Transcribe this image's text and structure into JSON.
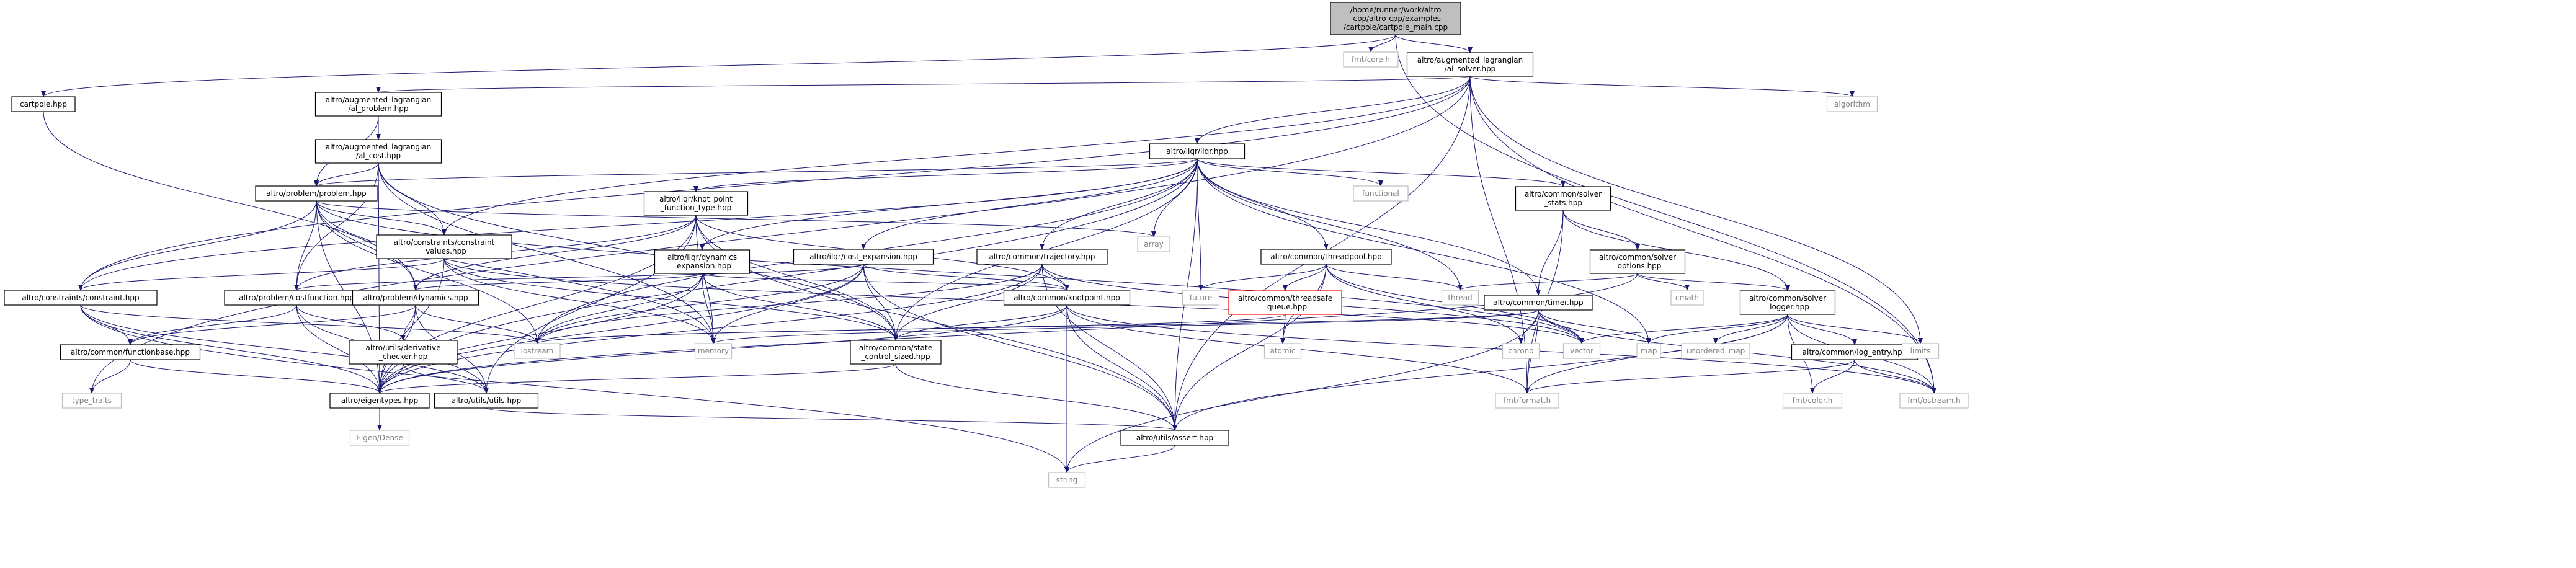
{
  "diagram": {
    "colors": {
      "edge": "#191970",
      "local_fill": "#ffffff",
      "local_border": "#000000",
      "root_fill": "#bfbfbf",
      "external_border": "#bfbfbf",
      "external_text": "#808080",
      "truncated_border": "#ff0000"
    },
    "nodes": [
      {
        "id": "main",
        "kind": "root",
        "lines": [
          "/home/runner/work/altro",
          "-cpp/altro-cpp/examples",
          "/cartpole/cartpole_main.cpp"
        ]
      },
      {
        "id": "fmt_core",
        "kind": "external",
        "lines": [
          "fmt/core.h"
        ]
      },
      {
        "id": "al_solver",
        "kind": "local",
        "lines": [
          "altro/augmented_lagrangian",
          "/al_solver.hpp"
        ]
      },
      {
        "id": "cartpole",
        "kind": "local",
        "lines": [
          "cartpole.hpp"
        ]
      },
      {
        "id": "al_problem",
        "kind": "local",
        "lines": [
          "altro/augmented_lagrangian",
          "/al_problem.hpp"
        ]
      },
      {
        "id": "algorithm",
        "kind": "external",
        "lines": [
          "algorithm"
        ]
      },
      {
        "id": "al_cost",
        "kind": "local",
        "lines": [
          "altro/augmented_lagrangian",
          "/al_cost.hpp"
        ]
      },
      {
        "id": "ilqr",
        "kind": "local",
        "lines": [
          "altro/ilqr/ilqr.hpp"
        ]
      },
      {
        "id": "problem",
        "kind": "local",
        "lines": [
          "altro/problem/problem.hpp"
        ]
      },
      {
        "id": "knot_point_function_type",
        "kind": "local",
        "lines": [
          "altro/ilqr/knot_point",
          "_function_type.hpp"
        ]
      },
      {
        "id": "functional",
        "kind": "external",
        "lines": [
          "functional"
        ]
      },
      {
        "id": "solver_stats",
        "kind": "local",
        "lines": [
          "altro/common/solver",
          "_stats.hpp"
        ]
      },
      {
        "id": "constraint_values",
        "kind": "local",
        "lines": [
          "altro/constraints/constraint",
          "_values.hpp"
        ]
      },
      {
        "id": "dynamics_expansion",
        "kind": "local",
        "lines": [
          "altro/ilqr/dynamics",
          "_expansion.hpp"
        ]
      },
      {
        "id": "cost_expansion",
        "kind": "local",
        "lines": [
          "altro/ilqr/cost_expansion.hpp"
        ]
      },
      {
        "id": "trajectory",
        "kind": "local",
        "lines": [
          "altro/common/trajectory.hpp"
        ]
      },
      {
        "id": "threadpool",
        "kind": "local",
        "lines": [
          "altro/common/threadpool.hpp"
        ]
      },
      {
        "id": "solver_options",
        "kind": "local",
        "lines": [
          "altro/common/solver",
          "_options.hpp"
        ]
      },
      {
        "id": "array",
        "kind": "external",
        "lines": [
          "array"
        ]
      },
      {
        "id": "constraint",
        "kind": "local",
        "lines": [
          "altro/constraints/constraint.hpp"
        ]
      },
      {
        "id": "costfunction",
        "kind": "local",
        "lines": [
          "altro/problem/costfunction.hpp"
        ]
      },
      {
        "id": "dynamics",
        "kind": "local",
        "lines": [
          "altro/problem/dynamics.hpp"
        ]
      },
      {
        "id": "knotpoint",
        "kind": "local",
        "lines": [
          "altro/common/knotpoint.hpp"
        ]
      },
      {
        "id": "threadsafe_queue",
        "kind": "truncated",
        "lines": [
          "altro/common/threadsafe",
          "_queue.hpp"
        ]
      },
      {
        "id": "future",
        "kind": "external",
        "lines": [
          "future"
        ]
      },
      {
        "id": "timer",
        "kind": "local",
        "lines": [
          "altro/common/timer.hpp"
        ]
      },
      {
        "id": "thread",
        "kind": "external",
        "lines": [
          "thread"
        ]
      },
      {
        "id": "cmath",
        "kind": "external",
        "lines": [
          "cmath"
        ]
      },
      {
        "id": "solver_logger",
        "kind": "local",
        "lines": [
          "altro/common/solver",
          "_logger.hpp"
        ]
      },
      {
        "id": "functionbase",
        "kind": "local",
        "lines": [
          "altro/common/functionbase.hpp"
        ]
      },
      {
        "id": "derivative_checker",
        "kind": "local",
        "lines": [
          "altro/utils/derivative",
          "_checker.hpp"
        ]
      },
      {
        "id": "memory",
        "kind": "external",
        "lines": [
          "memory"
        ]
      },
      {
        "id": "iostream",
        "kind": "external",
        "lines": [
          "iostream"
        ]
      },
      {
        "id": "state_control_sized",
        "kind": "local",
        "lines": [
          "altro/common/state",
          "_control_sized.hpp"
        ]
      },
      {
        "id": "atomic",
        "kind": "external",
        "lines": [
          "atomic"
        ]
      },
      {
        "id": "vector",
        "kind": "external",
        "lines": [
          "vector"
        ]
      },
      {
        "id": "chrono",
        "kind": "external",
        "lines": [
          "chrono"
        ]
      },
      {
        "id": "map",
        "kind": "external",
        "lines": [
          "map"
        ]
      },
      {
        "id": "unordered_map",
        "kind": "external",
        "lines": [
          "unordered_map"
        ]
      },
      {
        "id": "log_entry",
        "kind": "local",
        "lines": [
          "altro/common/log_entry.hpp"
        ]
      },
      {
        "id": "limits",
        "kind": "external",
        "lines": [
          "limits"
        ]
      },
      {
        "id": "type_traits",
        "kind": "external",
        "lines": [
          "type_traits"
        ]
      },
      {
        "id": "eigentypes",
        "kind": "local",
        "lines": [
          "altro/eigentypes.hpp"
        ]
      },
      {
        "id": "utils",
        "kind": "local",
        "lines": [
          "altro/utils/utils.hpp"
        ]
      },
      {
        "id": "fmt_format",
        "kind": "external",
        "lines": [
          "fmt/format.h"
        ]
      },
      {
        "id": "fmt_color",
        "kind": "external",
        "lines": [
          "fmt/color.h"
        ]
      },
      {
        "id": "fmt_ostream",
        "kind": "external",
        "lines": [
          "fmt/ostream.h"
        ]
      },
      {
        "id": "eigen_dense",
        "kind": "external",
        "lines": [
          "Eigen/Dense"
        ]
      },
      {
        "id": "assert",
        "kind": "local",
        "lines": [
          "altro/utils/assert.hpp"
        ]
      },
      {
        "id": "string",
        "kind": "external",
        "lines": [
          "string"
        ]
      }
    ],
    "edges": [
      [
        "main",
        "fmt_core"
      ],
      [
        "main",
        "al_solver"
      ],
      [
        "main",
        "cartpole"
      ],
      [
        "main",
        "fmt_ostream"
      ],
      [
        "al_solver",
        "al_problem"
      ],
      [
        "al_solver",
        "algorithm"
      ],
      [
        "al_solver",
        "ilqr"
      ],
      [
        "al_solver",
        "constraint_values"
      ],
      [
        "al_solver",
        "constraint"
      ],
      [
        "al_solver",
        "limits"
      ],
      [
        "al_solver",
        "fmt_format"
      ],
      [
        "al_solver",
        "fmt_ostream"
      ],
      [
        "al_solver",
        "type_traits"
      ],
      [
        "al_solver",
        "assert"
      ],
      [
        "cartpole",
        "dynamics"
      ],
      [
        "al_problem",
        "al_cost"
      ],
      [
        "al_problem",
        "problem"
      ],
      [
        "al_cost",
        "problem"
      ],
      [
        "al_cost",
        "constraint_values"
      ],
      [
        "al_cost",
        "costfunction"
      ],
      [
        "al_cost",
        "state_control_sized"
      ],
      [
        "al_cost",
        "memory"
      ],
      [
        "al_cost",
        "eigentypes"
      ],
      [
        "ilqr",
        "problem"
      ],
      [
        "ilqr",
        "knot_point_function_type"
      ],
      [
        "ilqr",
        "functional"
      ],
      [
        "ilqr",
        "solver_stats"
      ],
      [
        "ilqr",
        "cost_expansion"
      ],
      [
        "ilqr",
        "dynamics_expansion"
      ],
      [
        "ilqr",
        "trajectory"
      ],
      [
        "ilqr",
        "threadpool"
      ],
      [
        "ilqr",
        "timer"
      ],
      [
        "ilqr",
        "array"
      ],
      [
        "ilqr",
        "future"
      ],
      [
        "ilqr",
        "thread"
      ],
      [
        "ilqr",
        "iostream"
      ],
      [
        "ilqr",
        "eigentypes"
      ],
      [
        "ilqr",
        "assert"
      ],
      [
        "ilqr",
        "state_control_sized"
      ],
      [
        "ilqr",
        "constraint"
      ],
      [
        "ilqr",
        "map"
      ],
      [
        "problem",
        "constraint_values"
      ],
      [
        "problem",
        "costfunction"
      ],
      [
        "problem",
        "dynamics"
      ],
      [
        "problem",
        "constraint"
      ],
      [
        "problem",
        "memory"
      ],
      [
        "problem",
        "iostream"
      ],
      [
        "problem",
        "array"
      ],
      [
        "problem",
        "eigentypes"
      ],
      [
        "problem",
        "vector"
      ],
      [
        "knot_point_function_type",
        "dynamics"
      ],
      [
        "knot_point_function_type",
        "costfunction"
      ],
      [
        "knot_point_function_type",
        "state_control_sized"
      ],
      [
        "knot_point_function_type",
        "memory"
      ],
      [
        "knot_point_function_type",
        "eigentypes"
      ],
      [
        "knot_point_function_type",
        "utils"
      ],
      [
        "knot_point_function_type",
        "knotpoint"
      ],
      [
        "knot_point_function_type",
        "assert"
      ],
      [
        "solver_stats",
        "solver_options"
      ],
      [
        "solver_stats",
        "solver_logger"
      ],
      [
        "solver_stats",
        "timer"
      ],
      [
        "solver_stats",
        "fmt_format"
      ],
      [
        "constraint_values",
        "constraint"
      ],
      [
        "constraint_values",
        "state_control_sized"
      ],
      [
        "constraint_values",
        "eigentypes"
      ],
      [
        "constraint_values",
        "vector"
      ],
      [
        "constraint_values",
        "memory"
      ],
      [
        "dynamics_expansion",
        "dynamics"
      ],
      [
        "dynamics_expansion",
        "knotpoint"
      ],
      [
        "dynamics_expansion",
        "state_control_sized"
      ],
      [
        "dynamics_expansion",
        "memory"
      ],
      [
        "dynamics_expansion",
        "eigentypes"
      ],
      [
        "dynamics_expansion",
        "iostream"
      ],
      [
        "cost_expansion",
        "costfunction"
      ],
      [
        "cost_expansion",
        "knotpoint"
      ],
      [
        "cost_expansion",
        "state_control_sized"
      ],
      [
        "cost_expansion",
        "memory"
      ],
      [
        "cost_expansion",
        "eigentypes"
      ],
      [
        "cost_expansion",
        "iostream"
      ],
      [
        "cost_expansion",
        "assert"
      ],
      [
        "trajectory",
        "knotpoint"
      ],
      [
        "trajectory",
        "state_control_sized"
      ],
      [
        "trajectory",
        "vector"
      ],
      [
        "trajectory",
        "eigentypes"
      ],
      [
        "trajectory",
        "assert"
      ],
      [
        "trajectory",
        "iostream"
      ],
      [
        "threadpool",
        "threadsafe_queue"
      ],
      [
        "threadpool",
        "future"
      ],
      [
        "threadpool",
        "thread"
      ],
      [
        "threadpool",
        "vector"
      ],
      [
        "threadpool",
        "atomic"
      ],
      [
        "threadpool",
        "chrono"
      ],
      [
        "threadpool",
        "assert"
      ],
      [
        "threadsafe_queue",
        "atomic"
      ],
      [
        "threadsafe_queue",
        "iostream"
      ],
      [
        "solver_options",
        "cmath"
      ],
      [
        "solver_options",
        "solver_logger"
      ],
      [
        "solver_options",
        "thread"
      ],
      [
        "solver_options",
        "eigentypes"
      ],
      [
        "constraint",
        "functionbase"
      ],
      [
        "constraint",
        "eigentypes"
      ],
      [
        "constraint",
        "utils"
      ],
      [
        "constraint",
        "iostream"
      ],
      [
        "constraint",
        "string"
      ],
      [
        "costfunction",
        "functionbase"
      ],
      [
        "costfunction",
        "derivative_checker"
      ],
      [
        "costfunction",
        "eigentypes"
      ],
      [
        "costfunction",
        "utils"
      ],
      [
        "dynamics",
        "functionbase"
      ],
      [
        "dynamics",
        "derivative_checker"
      ],
      [
        "dynamics",
        "eigentypes"
      ],
      [
        "dynamics",
        "utils"
      ],
      [
        "dynamics",
        "iostream"
      ],
      [
        "knotpoint",
        "state_control_sized"
      ],
      [
        "knotpoint",
        "eigentypes"
      ],
      [
        "knotpoint",
        "assert"
      ],
      [
        "knotpoint",
        "fmt_format"
      ],
      [
        "knotpoint",
        "fmt_ostream"
      ],
      [
        "knotpoint",
        "string"
      ],
      [
        "timer",
        "chrono"
      ],
      [
        "timer",
        "map"
      ],
      [
        "timer",
        "vector"
      ],
      [
        "timer",
        "memory"
      ],
      [
        "timer",
        "string"
      ],
      [
        "timer",
        "fmt_format"
      ],
      [
        "timer",
        "fmt_ostream"
      ],
      [
        "timer",
        "iostream"
      ],
      [
        "solver_logger",
        "log_entry"
      ],
      [
        "solver_logger",
        "map"
      ],
      [
        "solver_logger",
        "unordered_map"
      ],
      [
        "solver_logger",
        "vector"
      ],
      [
        "solver_logger",
        "limits"
      ],
      [
        "solver_logger",
        "fmt_format"
      ],
      [
        "solver_logger",
        "fmt_color"
      ],
      [
        "solver_logger",
        "fmt_ostream"
      ],
      [
        "solver_logger",
        "assert"
      ],
      [
        "log_entry",
        "fmt_format"
      ],
      [
        "log_entry",
        "fmt_color"
      ],
      [
        "log_entry",
        "fmt_ostream"
      ],
      [
        "functionbase",
        "eigentypes"
      ],
      [
        "functionbase",
        "type_traits"
      ],
      [
        "derivative_checker",
        "eigentypes"
      ],
      [
        "derivative_checker",
        "utils"
      ],
      [
        "state_control_sized",
        "eigentypes"
      ],
      [
        "state_control_sized",
        "assert"
      ],
      [
        "eigentypes",
        "eigen_dense"
      ],
      [
        "utils",
        "assert"
      ],
      [
        "assert",
        "string"
      ]
    ]
  }
}
